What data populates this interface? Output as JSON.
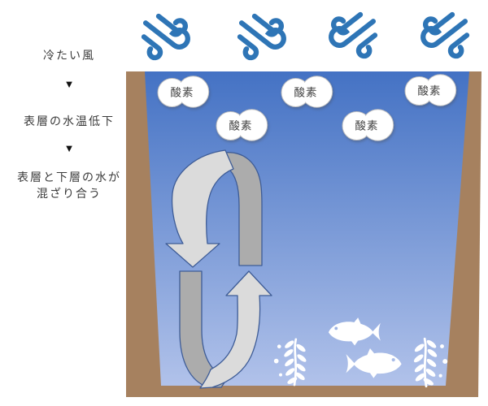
{
  "diagram": {
    "left_panel": {
      "step1": "冷たい風",
      "arrow1": "▼",
      "step2": "表層の水温低下",
      "arrow2": "▼",
      "step3_line1": "表層と下層の水が",
      "step3_line2": "混ざり合う"
    },
    "tank": {
      "oxygen_bubbles": [
        {
          "label": "酸素"
        },
        {
          "label": "酸素"
        },
        {
          "label": "酸素"
        },
        {
          "label": "酸素"
        },
        {
          "label": "酸素"
        }
      ]
    },
    "icons": {
      "wind_icons": {
        "name": "wind-icon",
        "count": 4
      },
      "fish_icons": {
        "name": "fish-icon",
        "count": 2
      },
      "seaweed_icons": {
        "name": "seaweed-icon",
        "count": 2
      },
      "circulation_arrows": {
        "name": "circulation-arrow",
        "count": 2
      }
    },
    "colors": {
      "wind_blue": "#2E75B6",
      "water_top": "#4472C4",
      "water_bottom": "#B1C2EA",
      "ground_brown": "#A6815F",
      "arrow_light": "#DBDBDB",
      "arrow_dark": "#ACACAC",
      "arrow_outline": "#3E5C96",
      "bubble_fill": "#FFFFFF",
      "bubble_border": "#C0C0C0",
      "text": "#3A3A3A"
    }
  }
}
